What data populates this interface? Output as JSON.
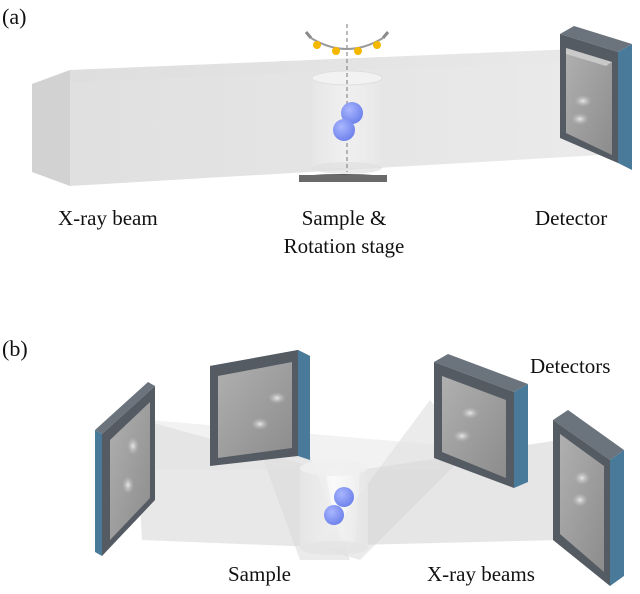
{
  "panel_a": {
    "letter": "(a)",
    "labels": {
      "beam": "X-ray beam",
      "sample_line1": "Sample &",
      "sample_line2": "Rotation stage",
      "detector": "Detector"
    }
  },
  "panel_b": {
    "letter": "(b)",
    "labels": {
      "detectors": "Detectors",
      "sample": "Sample",
      "beams": "X-ray beams"
    }
  },
  "colors": {
    "beam_fill": "#e4e4e4",
    "detector_frame": "#555b63",
    "detector_edge": "#4a7a9a",
    "detector_face": "#9a9a9a",
    "sphere": "#7b8ff0",
    "motion_dot": "#f5b800",
    "stage": "#5a5a5a"
  }
}
